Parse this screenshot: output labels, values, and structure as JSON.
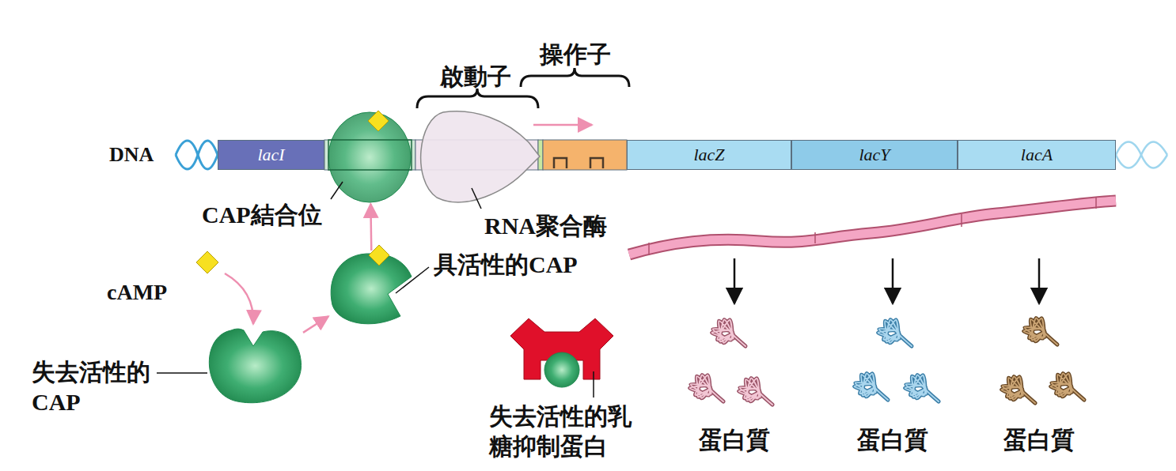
{
  "diagram": {
    "nodes": [
      {
        "text": [
          "lacI"
        ]
      },
      {
        "text": [
          "CAP結合位"
        ]
      },
      {
        "text": [
          "RNA聚合酶"
        ]
      },
      {
        "text": [
          "lacZ"
        ]
      },
      {
        "text": [
          "lacY"
        ]
      },
      {
        "text": [
          "lacA"
        ]
      },
      {
        "text": [
          "具活性的CAP"
        ]
      },
      {
        "text": [
          "失去活性的 CAP"
        ]
      },
      {
        "text": [
          "失去活性的乳 糖抑制蛋白"
        ]
      },
      {
        "text": [
          "蛋白質"
        ]
      },
      {
        "text": [
          "蛋白質"
        ]
      },
      {
        "text": [
          "蛋白質"
        ]
      }
    ],
    "edges": [
      {
        "from": 7,
        "to": 6,
        "arrow": "to"
      },
      {
        "from": 6,
        "to": 1,
        "arrow": "to"
      }
    ],
    "labels": [
      "啟動子",
      "操作子",
      "DNA",
      "cAMP"
    ]
  }
}
